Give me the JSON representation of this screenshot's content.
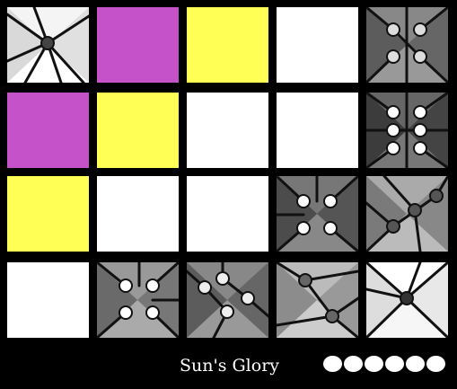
{
  "game": {
    "title": "Sun's Glory",
    "pips_count": 6,
    "colors": {
      "magenta": "#c652c9",
      "yellow": "#ffff55",
      "white": "#ffffff",
      "background": "#000000"
    },
    "grid": [
      [
        "pattern-single-center-dark-dot",
        "magenta",
        "yellow",
        "white",
        "pattern-four-dots-gray"
      ],
      [
        "magenta",
        "yellow",
        "white",
        "white",
        "pattern-six-dots-dark"
      ],
      [
        "yellow",
        "white",
        "white",
        "pattern-four-dots-square",
        "pattern-three-dots-diagonal"
      ],
      [
        "white",
        "pattern-four-dots-square-gray",
        "pattern-four-dots-diamond",
        "pattern-two-dots-diagonal",
        "pattern-single-center-dark-dot-white"
      ]
    ]
  }
}
